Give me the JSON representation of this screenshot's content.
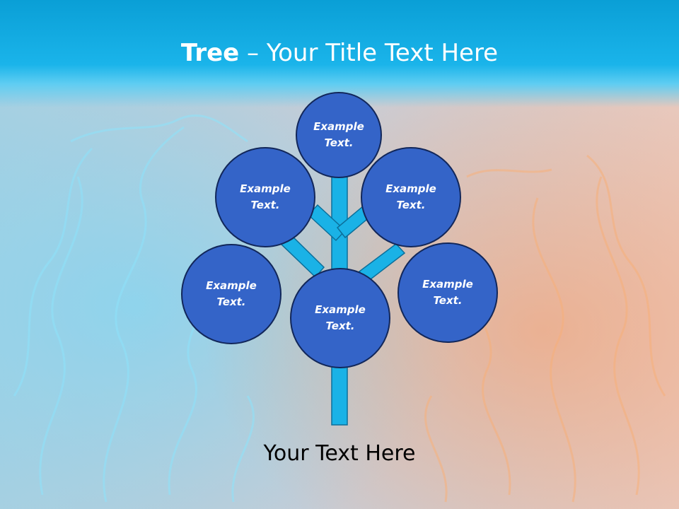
{
  "slide": {
    "title_bold": "Tree",
    "title_rest": " – Your Title Text Here",
    "caption": "Your Text Here"
  },
  "colors": {
    "header": "#1ab4ea",
    "node_fill": "#3464c8",
    "node_border": "#12275a",
    "trunk": "#1ab2e6"
  },
  "tree": {
    "nodes": [
      {
        "id": "top",
        "label": "Example Text."
      },
      {
        "id": "upper-left",
        "label": "Example Text."
      },
      {
        "id": "upper-right",
        "label": "Example Text."
      },
      {
        "id": "lower-left",
        "label": "Example Text."
      },
      {
        "id": "center",
        "label": "Example Text."
      },
      {
        "id": "lower-right",
        "label": "Example Text."
      }
    ]
  }
}
